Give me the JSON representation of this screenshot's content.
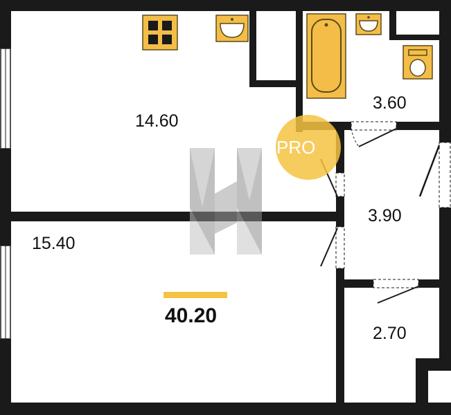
{
  "rooms": [
    {
      "id": "kitchen",
      "area": "14.60"
    },
    {
      "id": "living",
      "area": "15.40"
    },
    {
      "id": "bathroom",
      "area": "3.60"
    },
    {
      "id": "hall",
      "area": "3.90"
    },
    {
      "id": "storage",
      "area": "2.70"
    }
  ],
  "total_area": "40.20",
  "badge": {
    "text": "PRO"
  },
  "colors": {
    "wall": "#1a1a1a",
    "fixture": "#f3bd47",
    "fixture_stroke": "#5b4a1c",
    "accent": "#f5c342",
    "watermark": "#9a9a9a"
  },
  "icons": {
    "stove": "stove-icon",
    "kitchen_sink": "kitchen-sink-icon",
    "bathtub": "bathtub-icon",
    "bath_sink": "bath-sink-icon",
    "toilet": "toilet-icon",
    "watermark": "logo-watermark",
    "badge": "pro-badge"
  }
}
